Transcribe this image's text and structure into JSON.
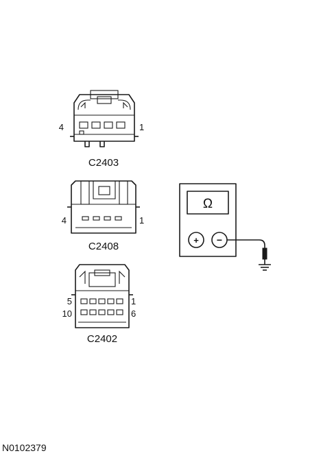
{
  "connectors": [
    {
      "id": "C2403",
      "label": "C2403",
      "pin_left": "4",
      "pin_right": "1"
    },
    {
      "id": "C2408",
      "label": "C2408",
      "pin_left": "4",
      "pin_right": "1"
    },
    {
      "id": "C2402",
      "label": "C2402",
      "pin_left_top": "5",
      "pin_right_top": "1",
      "pin_left_bottom": "10",
      "pin_right_bottom": "6"
    }
  ],
  "meter": {
    "display_symbol": "Ω",
    "plus_symbol": "+",
    "minus_symbol": "−"
  },
  "figure_id": "N0102379"
}
